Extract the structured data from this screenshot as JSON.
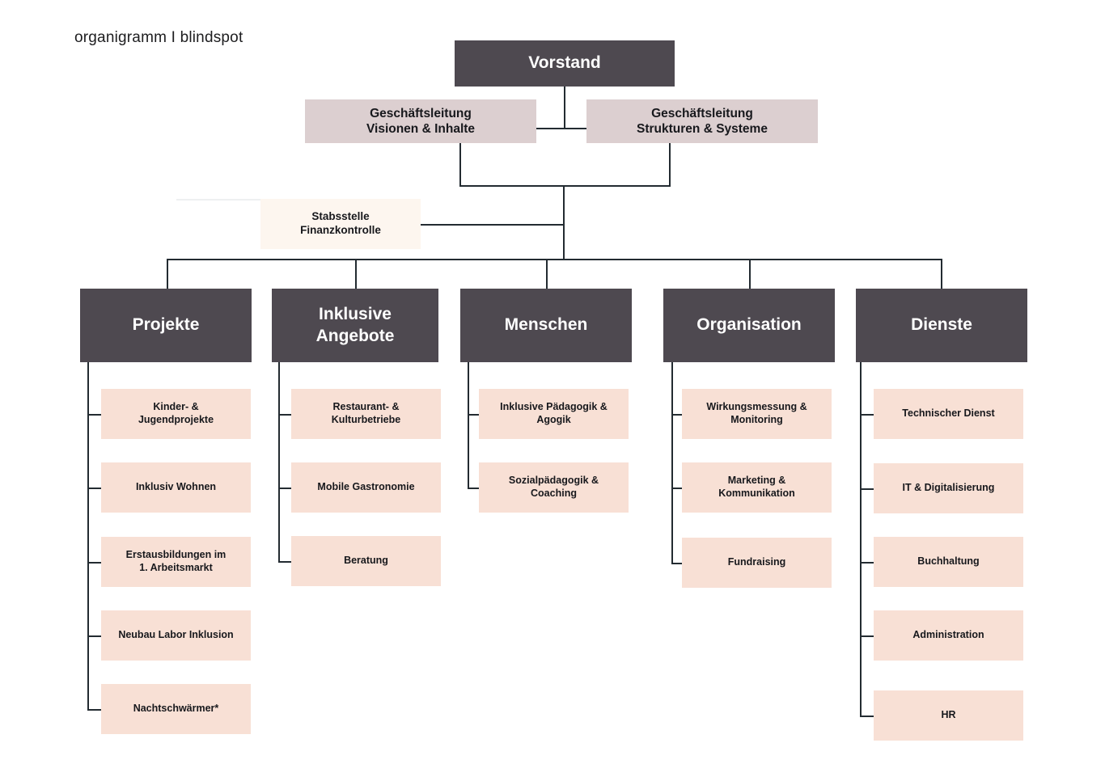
{
  "title": "organigramm I blindspot",
  "colors": {
    "dark": "#4e4950",
    "mauve": "#dccfd0",
    "cream": "#fdf6ef",
    "peach": "#f8e0d5",
    "line": "#232b31",
    "background": "#ffffff"
  },
  "root": {
    "label": "Vorstand"
  },
  "executives": [
    {
      "label": "Geschäftsleitung\nVisionen & Inhalte"
    },
    {
      "label": "Geschäftsleitung\nStrukturen & Systeme"
    }
  ],
  "staff_unit": {
    "label": "Stabsstelle\nFinanzkontrolle"
  },
  "departments": [
    {
      "label": "Projekte",
      "units": [
        {
          "label": "Kinder- &\nJugendprojekte"
        },
        {
          "label": "Inklusiv Wohnen"
        },
        {
          "label": "Erstausbildungen im\n1. Arbeitsmarkt"
        },
        {
          "label": "Neubau Labor Inklusion"
        },
        {
          "label": "Nachtschwärmer*"
        }
      ]
    },
    {
      "label": "Inklusive\nAngebote",
      "units": [
        {
          "label": "Restaurant- &\nKulturbetriebe"
        },
        {
          "label": "Mobile Gastronomie"
        },
        {
          "label": "Beratung"
        }
      ]
    },
    {
      "label": "Menschen",
      "units": [
        {
          "label": "Inklusive Pädagogik &\nAgogik"
        },
        {
          "label": "Sozialpädagogik &\nCoaching"
        }
      ]
    },
    {
      "label": "Organisation",
      "units": [
        {
          "label": "Wirkungsmessung &\nMonitoring"
        },
        {
          "label": "Marketing &\nKommunikation"
        },
        {
          "label": "Fundraising"
        }
      ]
    },
    {
      "label": "Dienste",
      "units": [
        {
          "label": "Technischer Dienst"
        },
        {
          "label": "IT & Digitalisierung"
        },
        {
          "label": "Buchhaltung"
        },
        {
          "label": "Administration"
        },
        {
          "label": "HR"
        }
      ]
    }
  ]
}
